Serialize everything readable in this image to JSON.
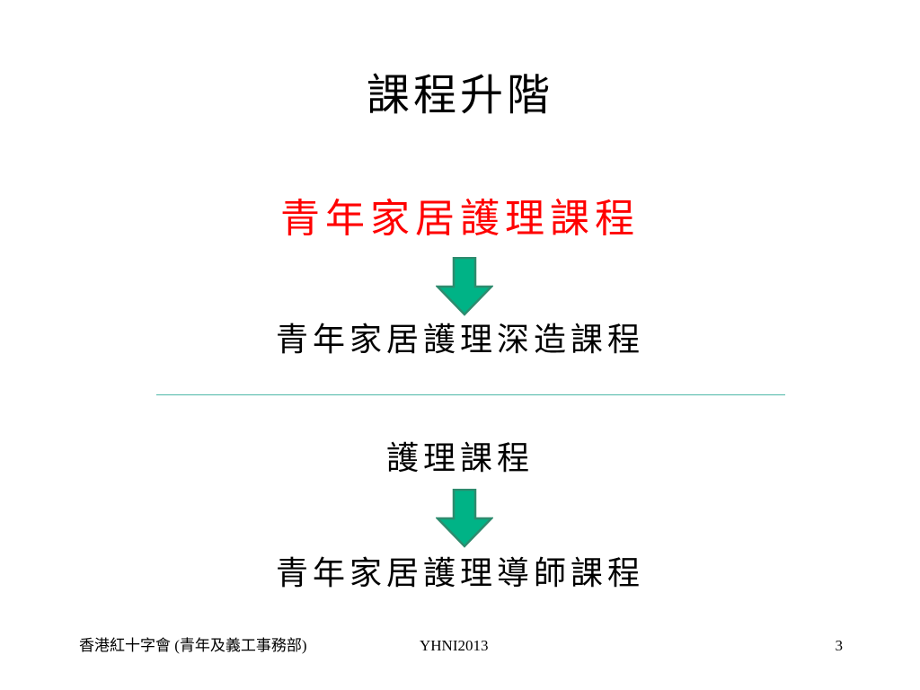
{
  "slide": {
    "title": "課程升階",
    "highlight_course": "青年家居護理課程",
    "course_2": "青年家居護理深造課程",
    "course_3": "護理課程",
    "course_4": "青年家居護理導師課程"
  },
  "footer": {
    "organization": "香港紅十字會 (青年及義工事務部)",
    "code": "YHNI2013",
    "page_number": "3"
  },
  "colors": {
    "highlight_text": "#ff0000",
    "arrow_fill": "#00b386",
    "arrow_stroke": "#2e8b6e",
    "divider": "#4fb8a8"
  },
  "icons": {
    "arrow": "down-arrow-icon"
  }
}
